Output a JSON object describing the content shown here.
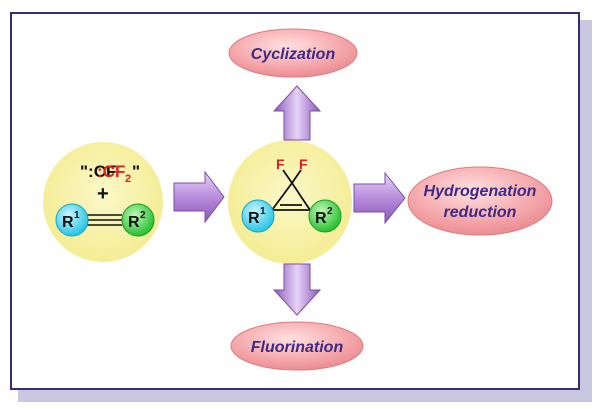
{
  "reagents": {
    "carbene_open": "\":CF",
    "carbene_sub": "2",
    "carbene_close": "\"",
    "plus": "+",
    "r1_main": "R",
    "r1_sup": "1",
    "r2_main": "R",
    "r2_sup": "2"
  },
  "product": {
    "f_left": "F",
    "f_right": "F",
    "r1_main": "R",
    "r1_sup": "1",
    "r2_main": "R",
    "r2_sup": "2"
  },
  "outcomes": {
    "top": "Cyclization",
    "right_line1": "Hydrogenation",
    "right_line2": "reduction",
    "bottom": "Fluorination"
  },
  "colors": {
    "frame": "#3b2a7a",
    "circle_fill": "#f6f1a6",
    "arrow_fill": "#b58bd8",
    "ellipse_fill": "#f3a2a6",
    "outcome_text": "#3c2a86",
    "r1_fill": "#55d7ef",
    "r2_fill": "#44d44e",
    "fluorine_text": "#e01f1f"
  }
}
